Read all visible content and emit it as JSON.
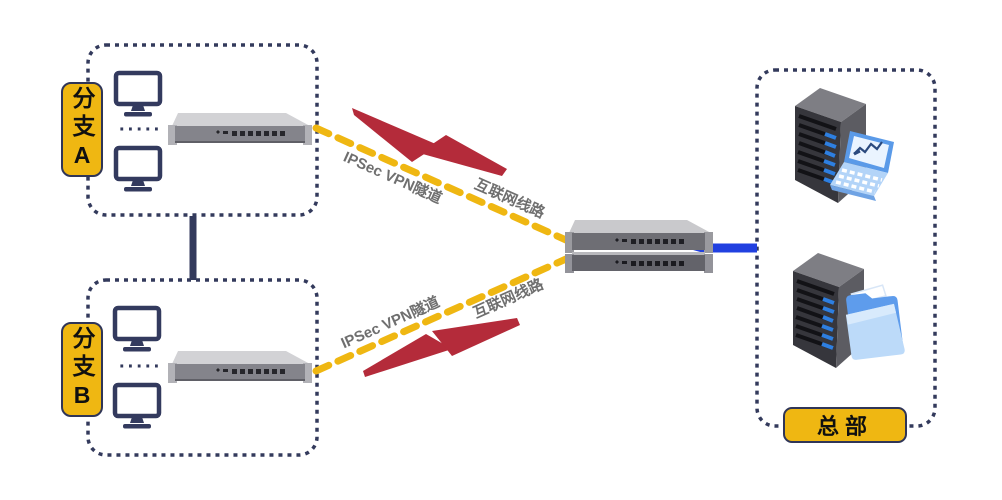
{
  "nodes": {
    "branch_a": {
      "label": "分支A"
    },
    "branch_b": {
      "label": "分支B"
    },
    "headquarters": {
      "label": "总部"
    }
  },
  "links": {
    "branch_a_to_hq": {
      "tunnel_label": "IPSec VPN隧道",
      "line_label": "互联网线路"
    },
    "branch_b_to_hq": {
      "tunnel_label": "IPSec VPN隧道",
      "line_label": "互联网线路"
    }
  },
  "decorations": {
    "more_hosts_ellipsis": "·····"
  },
  "icons": {
    "branch_host": "monitor-icon",
    "branch_gateway": "rack-router-icon",
    "core_gateways": "stacked-firewall-icon",
    "wan_link": "lightning-bolt-icon",
    "hq_app_server": "server-laptop-icon",
    "hq_file_server": "server-folder-icon"
  },
  "colors": {
    "accent_yellow": "#efb712",
    "border_navy": "#333a5c",
    "bolt_red": "#b42b3a",
    "uplink_blue": "#2140e0",
    "link_text_gray": "#6f6f6f"
  }
}
